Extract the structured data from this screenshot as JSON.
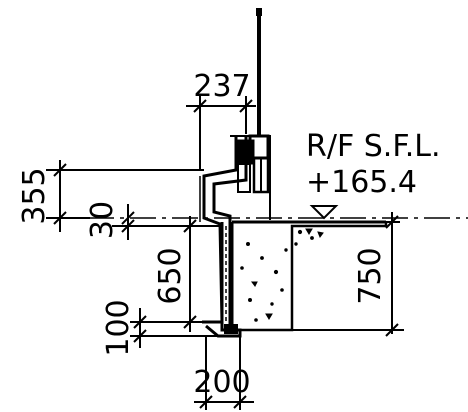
{
  "dimensions": {
    "top_width": "237",
    "left_height": "355",
    "left_small": "30",
    "beam_height": "650",
    "slab_depth": "750",
    "bottom_small": "100",
    "bottom_width": "200"
  },
  "level": {
    "name": "R/F S.F.L.",
    "value": "+165.4"
  },
  "colors": {
    "line": "#000000",
    "background": "#ffffff"
  }
}
